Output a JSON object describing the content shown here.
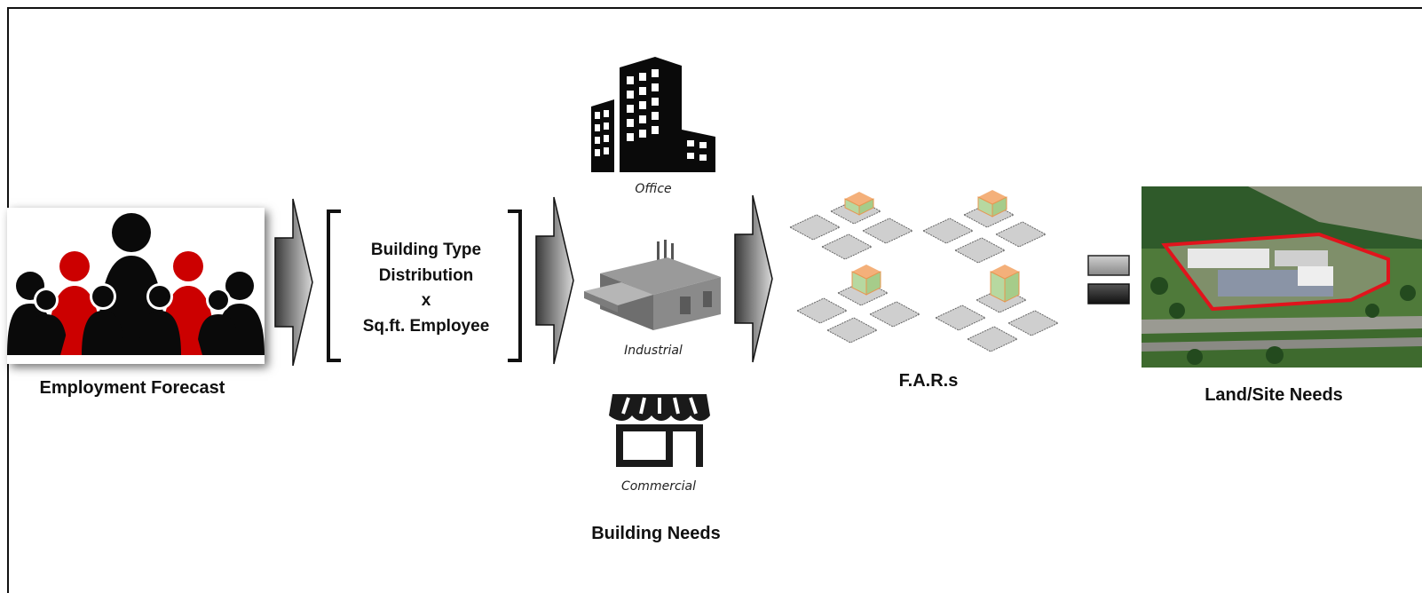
{
  "labels": {
    "employment_forecast": "Employment Forecast",
    "formula_line1": "Building Type",
    "formula_line2": "Distribution",
    "formula_line3": "x",
    "formula_line4": "Sq.ft. Employee",
    "office": "Office",
    "industrial": "Industrial",
    "commercial": "Commercial",
    "building_needs": "Building Needs",
    "fars": "F.A.R.s",
    "land_site_needs": "Land/Site Needs"
  },
  "colors": {
    "people_black": "#0a0a0a",
    "people_red": "#cc0000",
    "arrow_dark": "#3a3a3a",
    "arrow_light": "#d8d8d8",
    "site_outline": "#e0141c"
  },
  "icons": [
    "people-group-icon",
    "office-building-icon",
    "industrial-building-icon",
    "storefront-icon",
    "far-diagram-icon",
    "equals-icon",
    "aerial-site-photo"
  ]
}
